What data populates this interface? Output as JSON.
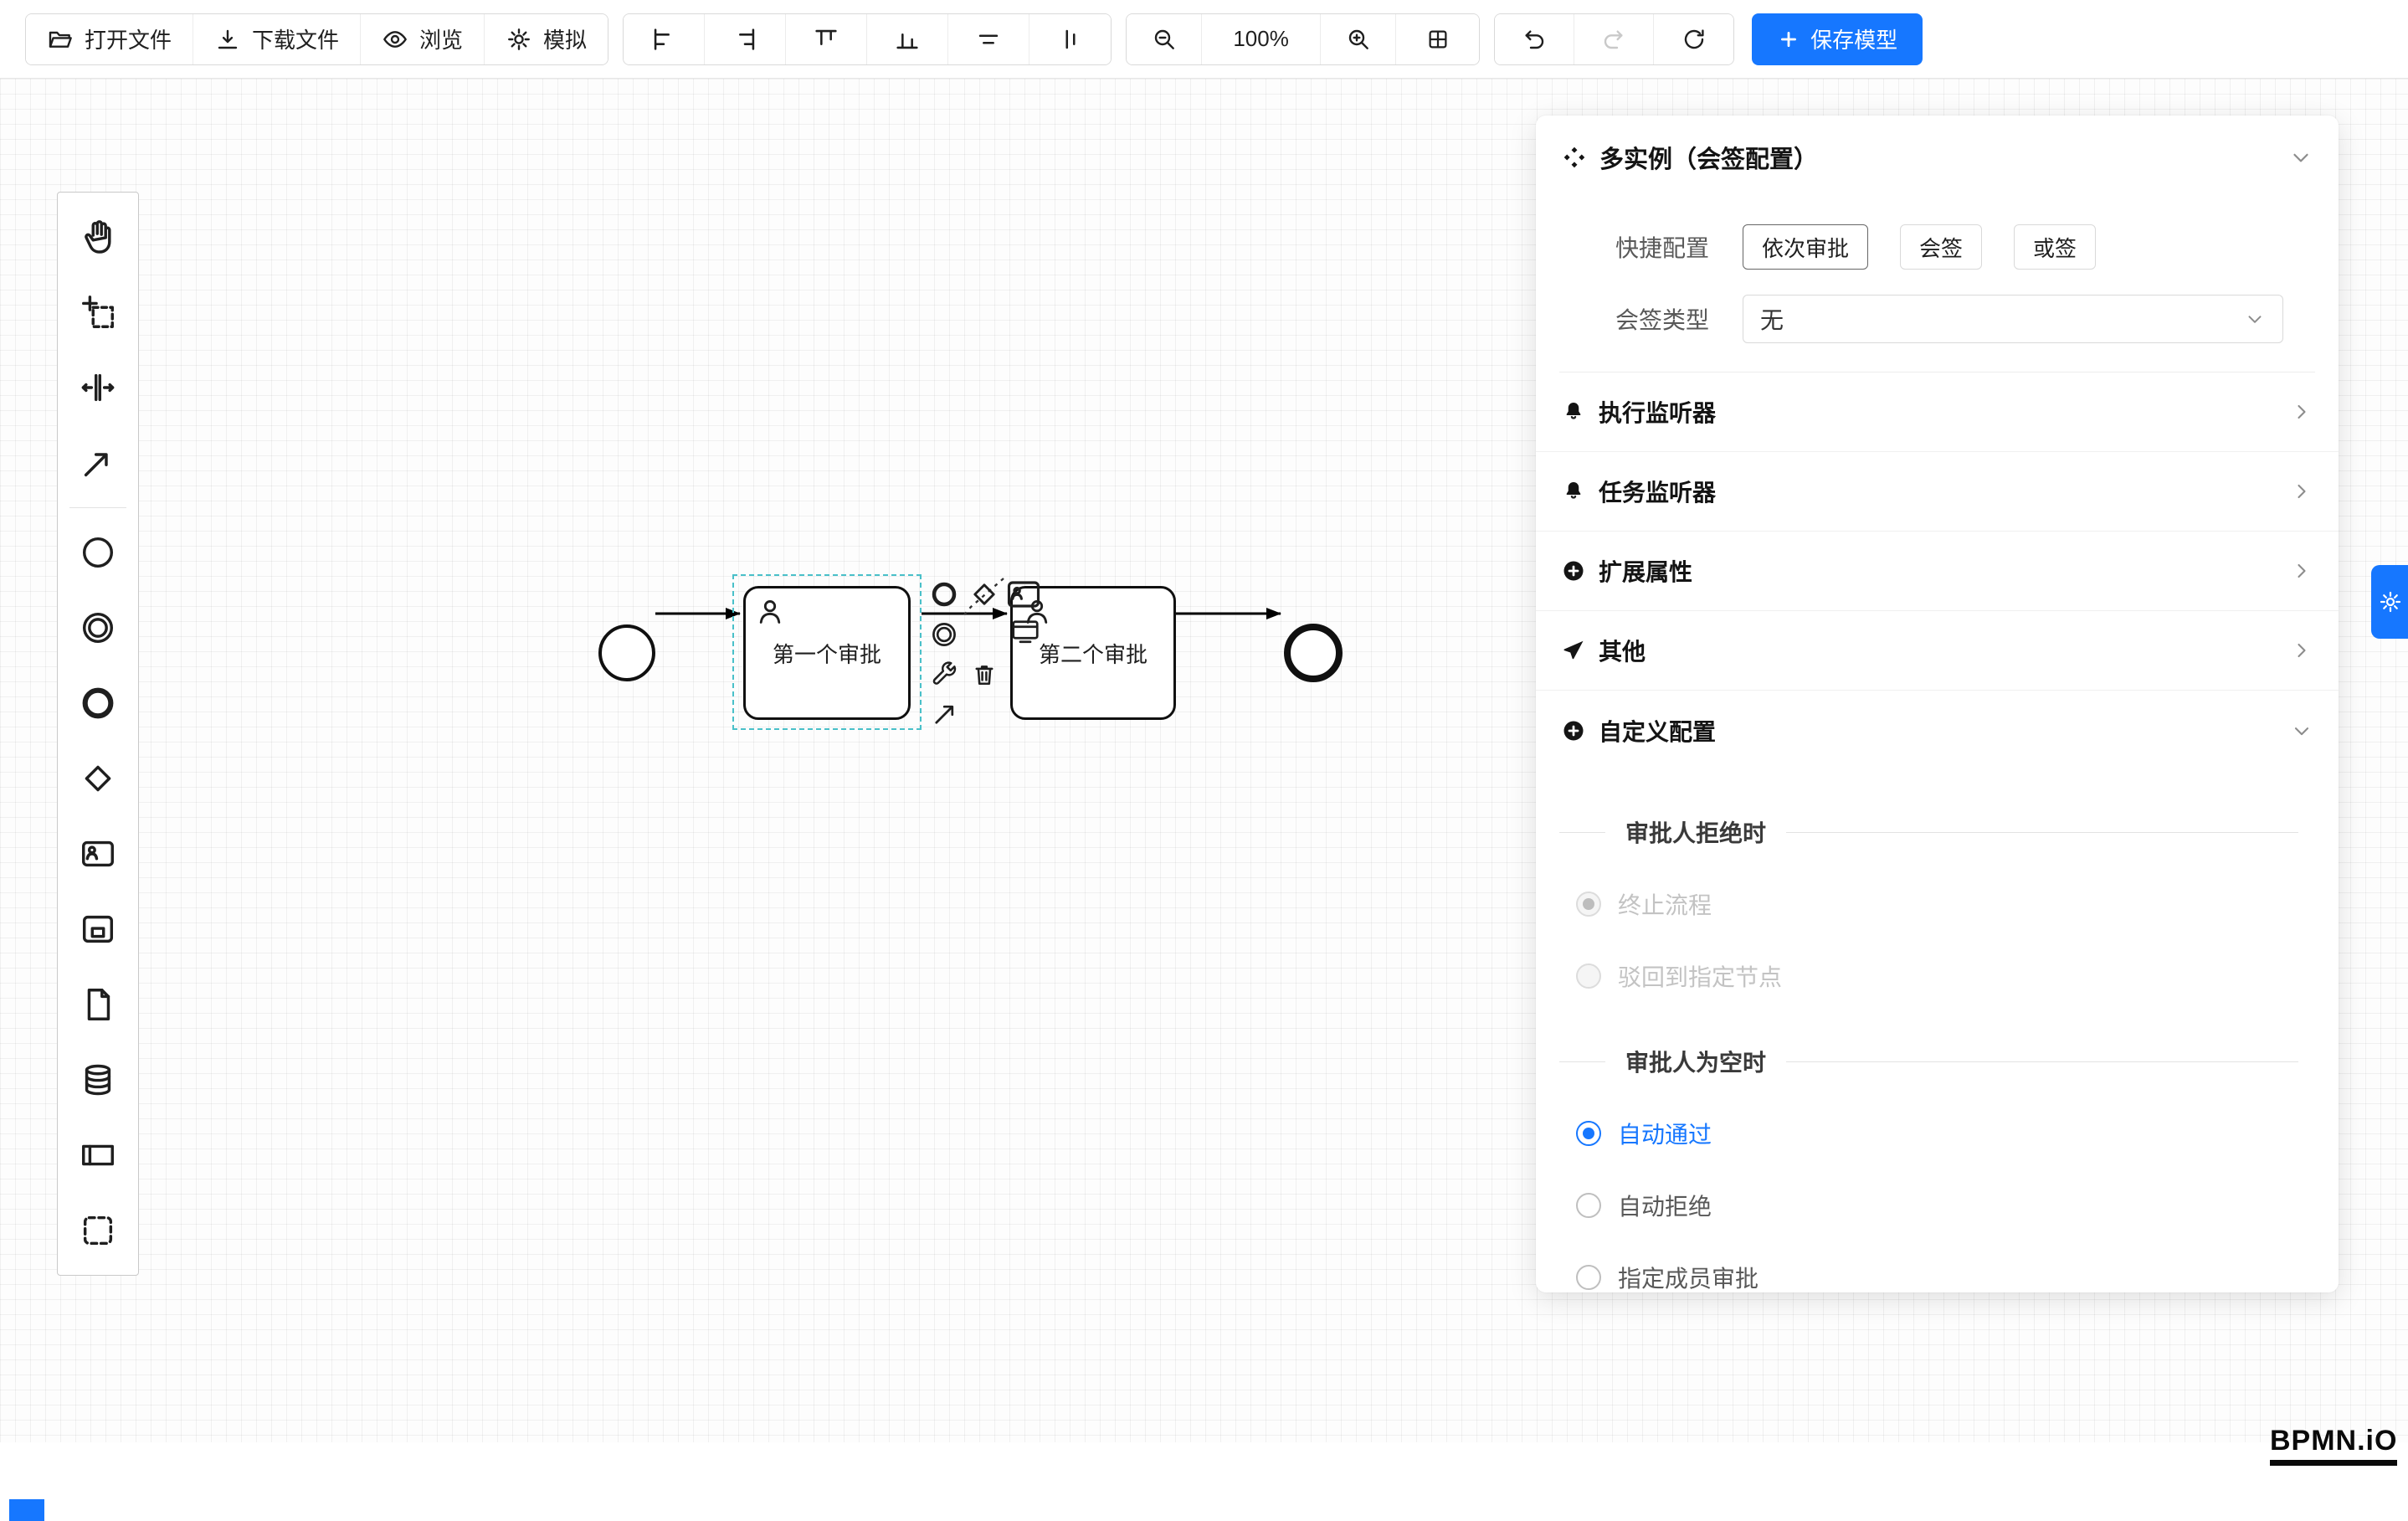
{
  "colors": {
    "accent": "#1677ff",
    "selection": "#49c0c9",
    "shape_stroke": "#101010"
  },
  "toolbar": {
    "file_group": [
      {
        "label": "打开文件",
        "icon": "folder-open-icon"
      },
      {
        "label": "下载文件",
        "icon": "download-icon"
      },
      {
        "label": "浏览",
        "icon": "eye-icon"
      },
      {
        "label": "模拟",
        "icon": "simulate-gear-icon"
      }
    ],
    "align_icons": [
      "align-left-icon",
      "align-right-icon",
      "align-top-icon",
      "align-bottom-icon",
      "align-center-horizontal-icon",
      "align-middle-vertical-icon"
    ],
    "zoom_level": "100%",
    "save_label": "保存模型"
  },
  "palette_tools": [
    "hand-tool",
    "lasso-tool",
    "space-tool",
    "global-connect-tool",
    "start-event",
    "intermediate-event",
    "end-event",
    "gateway",
    "user-task",
    "subprocess",
    "data-object",
    "data-store",
    "participant",
    "group"
  ],
  "canvas": {
    "task1_label": "第一个审批",
    "task2_label": "第二个审批"
  },
  "panel": {
    "title": "多实例（会签配置）",
    "quick_config_label": "快捷配置",
    "quick_options": [
      {
        "label": "依次审批"
      },
      {
        "label": "会签"
      },
      {
        "label": "或签"
      }
    ],
    "type_label": "会签类型",
    "type_value": "无",
    "sections": [
      {
        "label": "执行监听器"
      },
      {
        "label": "任务监听器"
      },
      {
        "label": "扩展属性"
      },
      {
        "label": "其他"
      },
      {
        "label": "自定义配置"
      }
    ],
    "reject_title": "审批人拒绝时",
    "reject_options": [
      {
        "label": "终止流程",
        "selected": true,
        "disabled": true
      },
      {
        "label": "驳回到指定节点",
        "selected": false,
        "disabled": true
      }
    ],
    "empty_title": "审批人为空时",
    "empty_options": [
      {
        "label": "自动通过",
        "selected": true,
        "disabled": false
      },
      {
        "label": "自动拒绝",
        "selected": false,
        "disabled": false
      },
      {
        "label": "指定成员审批",
        "selected": false,
        "disabled": false
      }
    ]
  },
  "logo": "BPMN.iO"
}
